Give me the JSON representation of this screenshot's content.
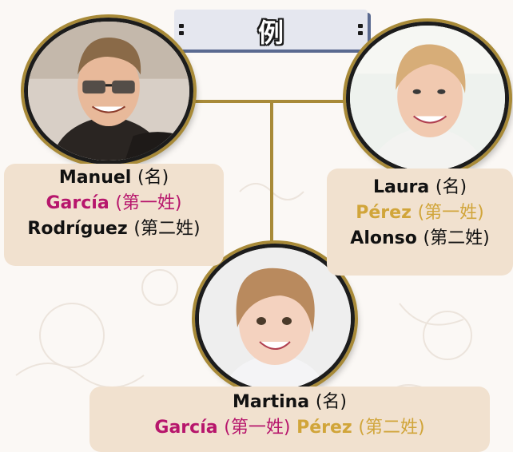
{
  "title": "例",
  "people": {
    "father": {
      "given": "Manuel",
      "given_tag": "(名)",
      "first_surname": "García",
      "first_tag": "(第一姓)",
      "second_surname": "Rodríguez",
      "second_tag": "(第二姓)"
    },
    "mother": {
      "given": "Laura",
      "given_tag": "(名)",
      "first_surname": "Pérez",
      "first_tag": "(第一姓)",
      "second_surname": "Alonso",
      "second_tag": "(第二姓)"
    },
    "child": {
      "given": "Martina",
      "given_tag": "(名)",
      "first_surname": "García",
      "first_tag": "(第一姓)",
      "second_surname": "Pérez",
      "second_tag": "(第二姓)"
    }
  },
  "colors": {
    "father_surname": "#b7166c",
    "mother_surname": "#d1a53a",
    "connector": "#a88a38"
  }
}
